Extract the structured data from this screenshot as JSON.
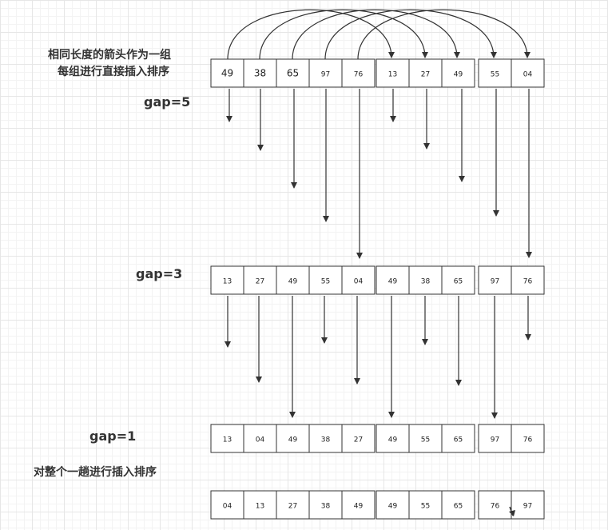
{
  "rows": [
    {
      "values": [
        "49",
        "38",
        "65",
        "97",
        "76",
        "13",
        "27",
        "49",
        "55",
        "04"
      ]
    },
    {
      "values": [
        "13",
        "27",
        "49",
        "55",
        "04",
        "49",
        "38",
        "65",
        "97",
        "76"
      ]
    },
    {
      "values": [
        "13",
        "04",
        "49",
        "38",
        "27",
        "49",
        "55",
        "65",
        "97",
        "76"
      ]
    },
    {
      "values": [
        "04",
        "13",
        "27",
        "38",
        "49",
        "49",
        "55",
        "65",
        "76",
        "97"
      ]
    }
  ],
  "labels": {
    "note_line1": "相同长度的箭头作为一组",
    "note_line2": "每组进行直接插入排序",
    "gap5": "gap=5",
    "gap3": "gap=3",
    "gap1": "gap=1",
    "final_note": "对整个一趟进行插入排序"
  },
  "colors": {
    "stroke": "#333333",
    "text": "#222222"
  }
}
